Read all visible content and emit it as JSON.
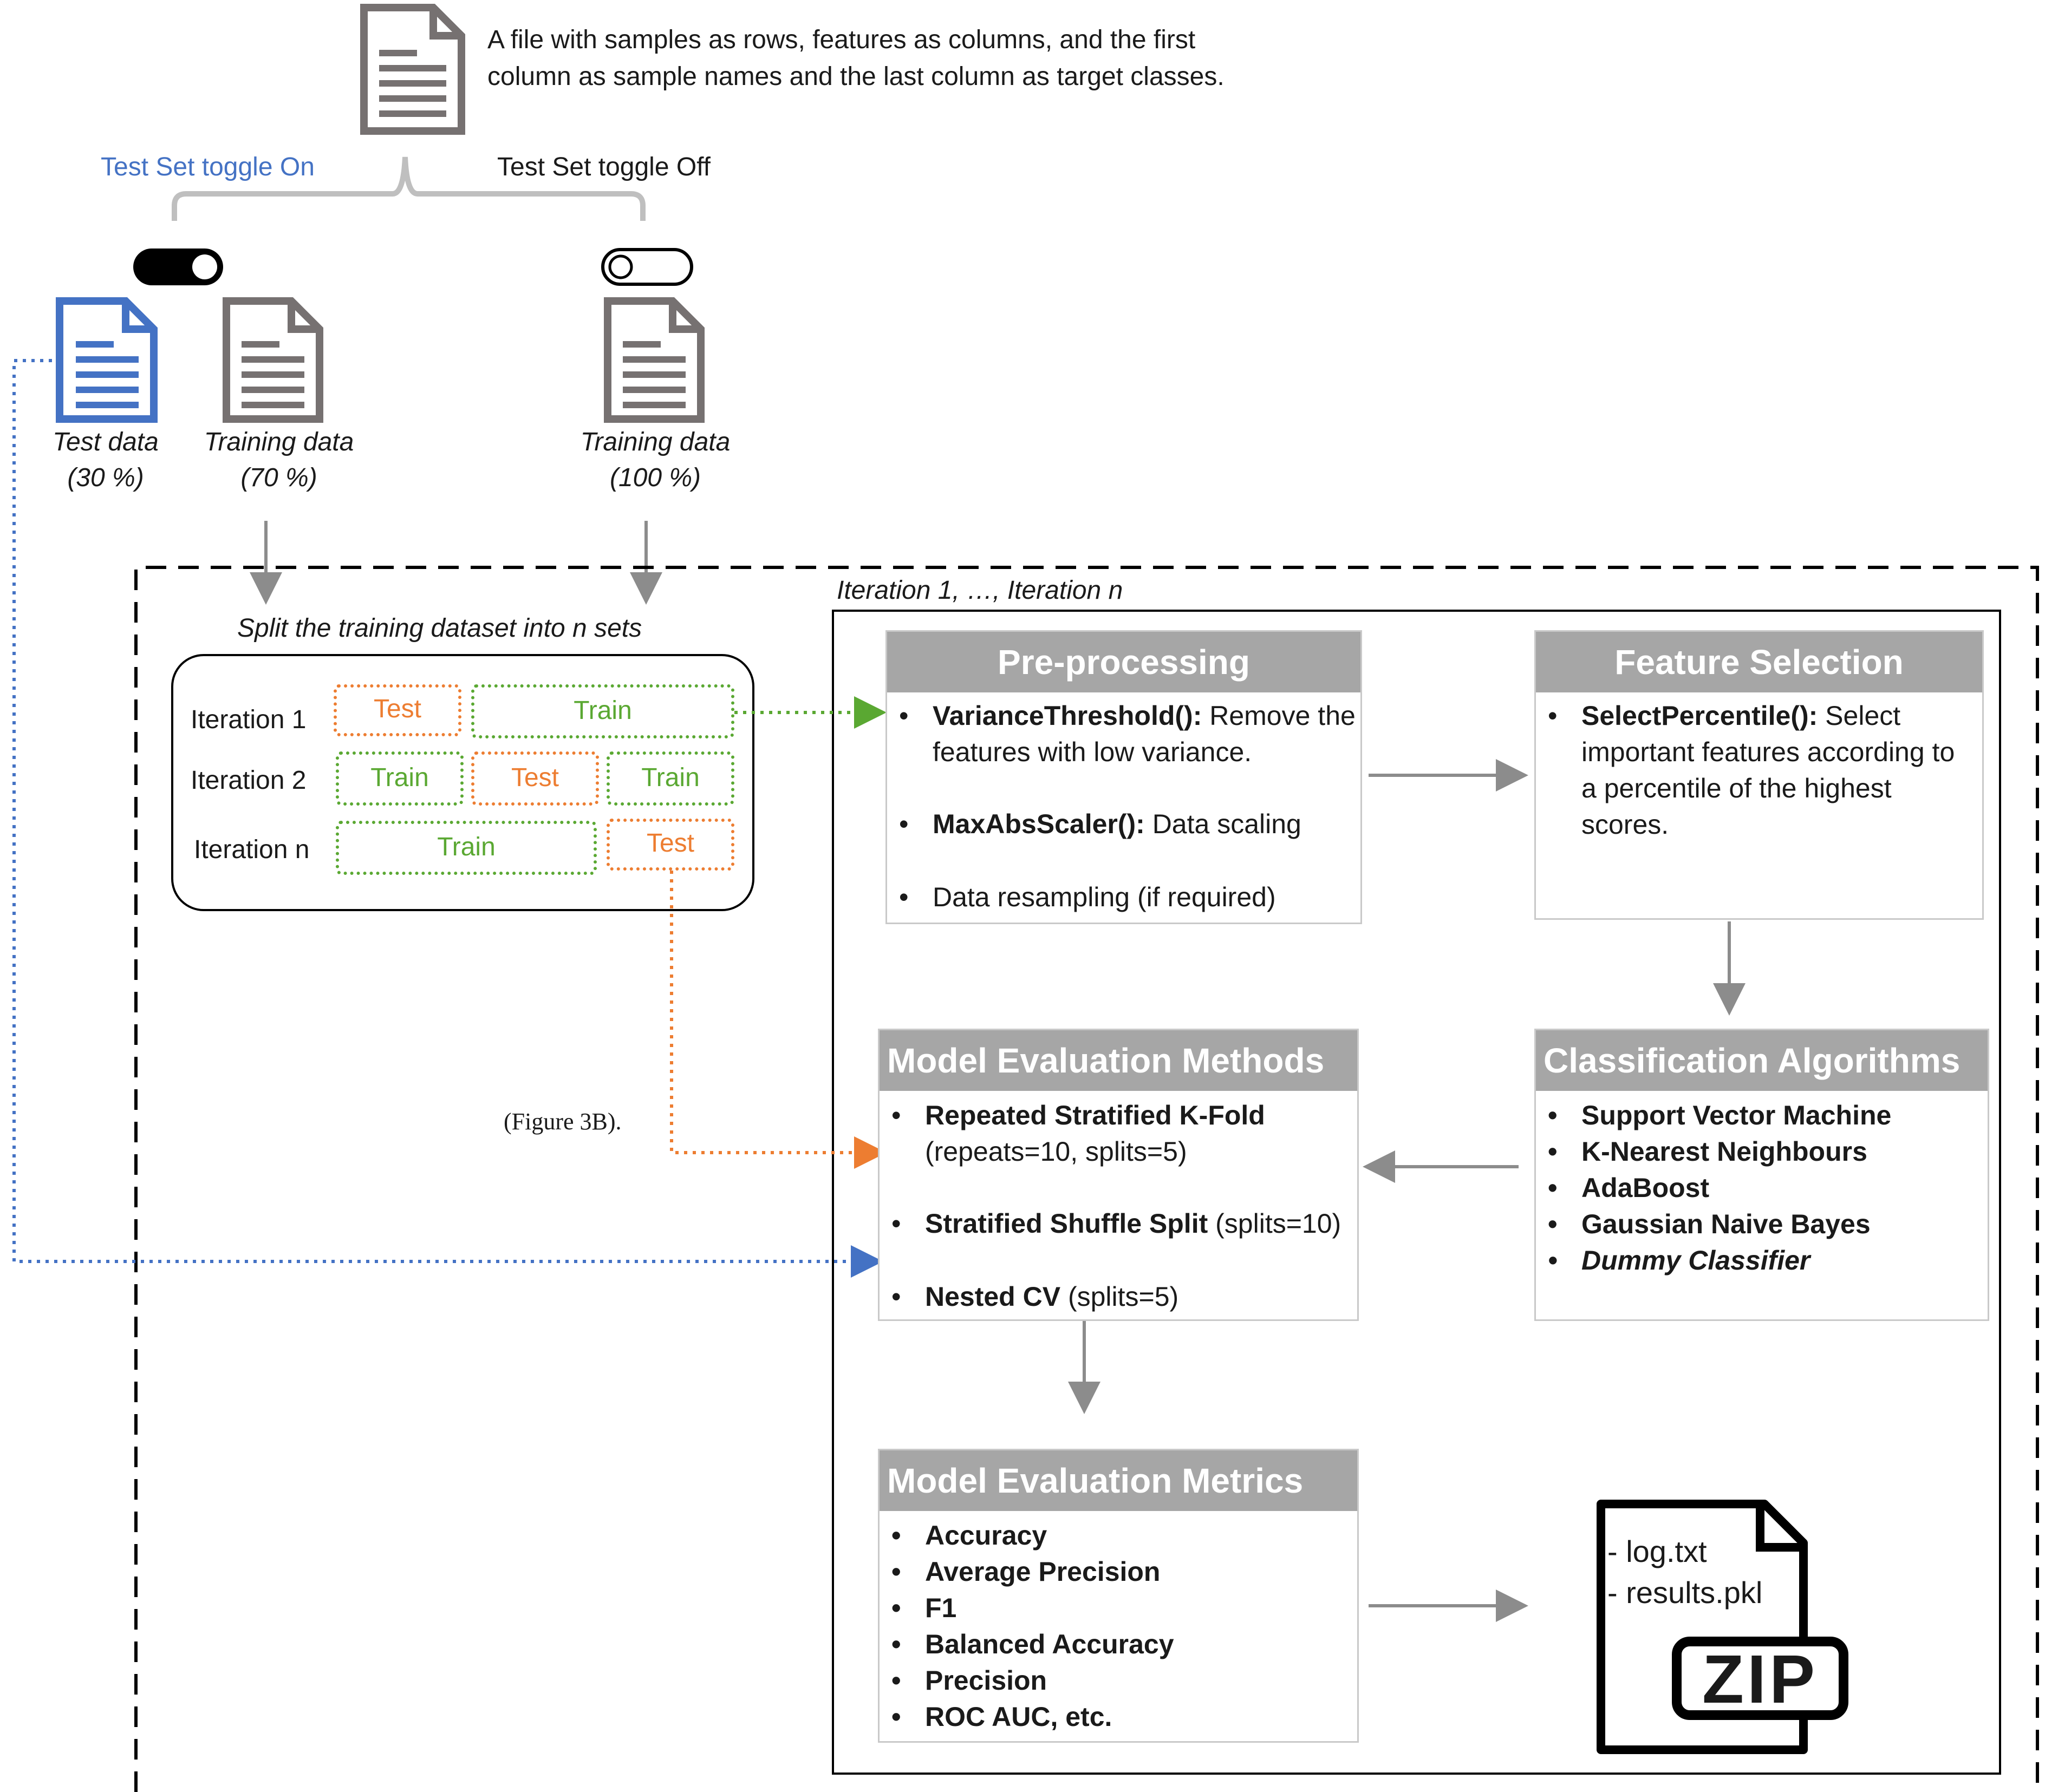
{
  "intro": {
    "line1": "A file with samples as rows, features as columns, and the first",
    "line2": "column as sample names and the last column as target classes."
  },
  "toggles": {
    "on_label": "Test Set toggle On",
    "off_label": "Test Set toggle Off"
  },
  "files": {
    "test_line1": "Test data",
    "test_line2": "(30 %)",
    "train70_line1": "Training data",
    "train70_line2": "(70 %)",
    "train100_line1": "Training data",
    "train100_line2": "(100 %)"
  },
  "iteration_range": "Iteration 1, …, Iteration n",
  "split": {
    "title": "Split the training dataset into n sets",
    "rows": [
      {
        "label": "Iteration 1",
        "cells": [
          "Test",
          "Train"
        ]
      },
      {
        "label": "Iteration 2",
        "cells": [
          "Train",
          "Test",
          "Train"
        ]
      },
      {
        "label": "Iteration n",
        "cells": [
          "Train",
          "Test"
        ]
      }
    ]
  },
  "preprocessing": {
    "title": "Pre-processing",
    "item1_bold": "VarianceThreshold():",
    "item1_rest": " Remove the",
    "item1_line2": "features with low variance.",
    "item2_bold": "MaxAbsScaler():",
    "item2_rest": " Data scaling",
    "item3": "Data resampling (if required)"
  },
  "feature_selection": {
    "title": "Feature Selection",
    "item1_bold": "SelectPercentile():",
    "item1_rest": " Select",
    "line2": "important features according to",
    "line3": "a percentile of the highest",
    "line4": "scores."
  },
  "classification": {
    "title": "Classification Algorithms",
    "items": [
      "Support Vector Machine",
      "K-Nearest Neighbours",
      "AdaBoost",
      "Gaussian Naive Bayes"
    ],
    "italic_item": "Dummy Classifier"
  },
  "eval_methods": {
    "title": "Model Evaluation Methods",
    "item1_bold": "Repeated Stratified K-Fold",
    "item1_line2": "(repeats=10, splits=5)",
    "item2_bold": "Stratified Shuffle Split",
    "item2_rest": " (splits=10)",
    "item3_bold": "Nested CV",
    "item3_rest": " (splits=5)"
  },
  "eval_metrics": {
    "title": "Model Evaluation Metrics",
    "items": [
      "Accuracy",
      "Average Precision",
      "F1",
      "Balanced Accuracy",
      "Precision",
      "ROC AUC, etc."
    ]
  },
  "figure_ref": "(Figure 3B).",
  "output": {
    "file1": "- log.txt",
    "file2": "- results.pkl",
    "zip_label": "ZIP"
  },
  "colors": {
    "doc_gray": "#767171",
    "doc_blue": "#4472c4",
    "header_gray": "#a6a6a6",
    "test_orange": "#ed7d31",
    "train_green": "#5aa832",
    "arrow_gray": "#8c8c8c",
    "toggle_on_blue": "#4472c4"
  },
  "icons": [
    "document-icon",
    "toggle-on-icon",
    "toggle-off-icon",
    "zip-file-icon"
  ]
}
